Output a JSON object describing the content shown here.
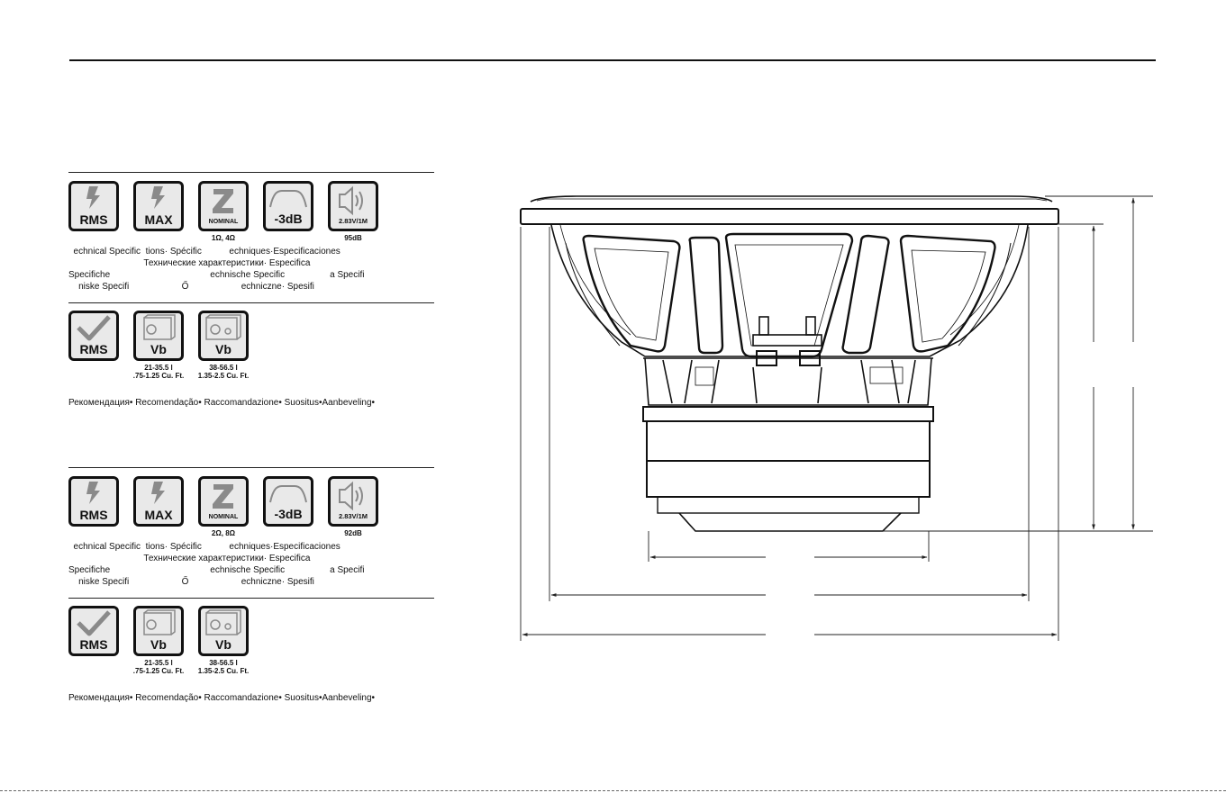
{
  "sections": [
    {
      "icons": [
        {
          "label": "RMS",
          "icon": "lightning-icon"
        },
        {
          "label": "MAX",
          "icon": "lightning-icon"
        },
        {
          "label": "NOMINAL",
          "icon": "impedance-z-icon",
          "caption": "1Ω, 4Ω"
        },
        {
          "label": "-3dB",
          "icon": "frequency-response-icon"
        },
        {
          "label": "2.83V/1M",
          "icon": "speaker-sound-icon",
          "caption": "95dB"
        }
      ],
      "spec_lines": [
        "  echnical Specific  tions· Spécific           echniques·Especificaciones",
        "                              Технические характеристики· Especifica",
        "Specifiche                                        echnische Specific                  a Specifi",
        "    niske Specifi                     Ő                     echniczne· Spesifi"
      ],
      "rec_icons": [
        {
          "label": "RMS",
          "icon": "checkmark-icon"
        },
        {
          "label": "Vb",
          "icon": "sealed-box-icon",
          "caption_1": "21-35.5 l",
          "caption_2": ".75-1.25 Cu. Ft."
        },
        {
          "label": "Vb",
          "icon": "ported-box-icon",
          "caption_1": "38-56.5 l",
          "caption_2": "1.35-2.5 Cu. Ft."
        }
      ],
      "recommendation": "Рекомендация• Recomendação• Raccomandazione• Suositus•Aanbeveling•"
    },
    {
      "icons": [
        {
          "label": "RMS",
          "icon": "lightning-icon"
        },
        {
          "label": "MAX",
          "icon": "lightning-icon"
        },
        {
          "label": "NOMINAL",
          "icon": "impedance-z-icon",
          "caption": "2Ω, 8Ω"
        },
        {
          "label": "-3dB",
          "icon": "frequency-response-icon"
        },
        {
          "label": "2.83V/1M",
          "icon": "speaker-sound-icon",
          "caption": "92dB"
        }
      ],
      "spec_lines": [
        "  echnical Specific  tions· Spécific           echniques·Especificaciones",
        "                              Технические характеристики· Especifica",
        "Specifiche                                        echnische Specific                  a Specifi",
        "    niske Specifi                     Ő                     echniczne· Spesifi"
      ],
      "rec_icons": [
        {
          "label": "RMS",
          "icon": "checkmark-icon"
        },
        {
          "label": "Vb",
          "icon": "sealed-box-icon",
          "caption_1": "21-35.5 l",
          "caption_2": ".75-1.25 Cu. Ft."
        },
        {
          "label": "Vb",
          "icon": "ported-box-icon",
          "caption_1": "38-56.5 l",
          "caption_2": "1.35-2.5 Cu. Ft."
        }
      ],
      "recommendation": "Рекомендация• Recomendação• Raccomandazione• Suositus•Aanbeveling•"
    }
  ],
  "drawing": {
    "subject": "subwoofer-side-profile-drawing"
  }
}
